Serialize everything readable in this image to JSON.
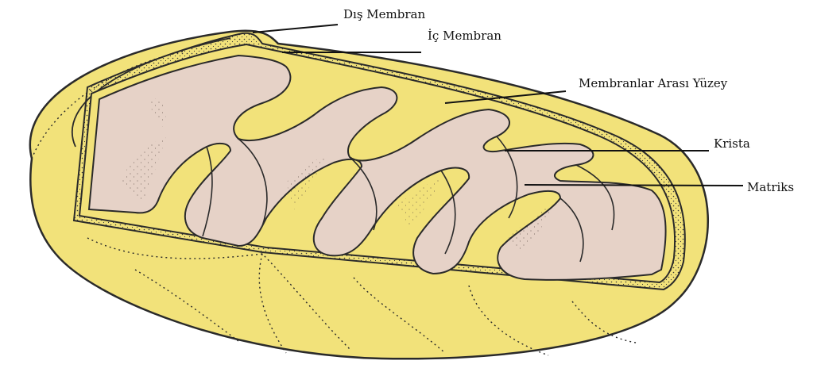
{
  "diagram": {
    "subject": "mitochondrion cross-section",
    "labels": {
      "outer_membrane": "Dış Membran",
      "inner_membrane": "İç Membran",
      "intermembrane_space": "Membranlar Arası Yüzey",
      "crista": "Krista",
      "matrix": "Matriks"
    }
  },
  "colors": {
    "outer_membrane": "#f2e27a",
    "inner_fill": "#e6d2c7",
    "outline": "#2a2a2a",
    "stipple": "#3a3a3a",
    "leader_line": "#111111"
  }
}
